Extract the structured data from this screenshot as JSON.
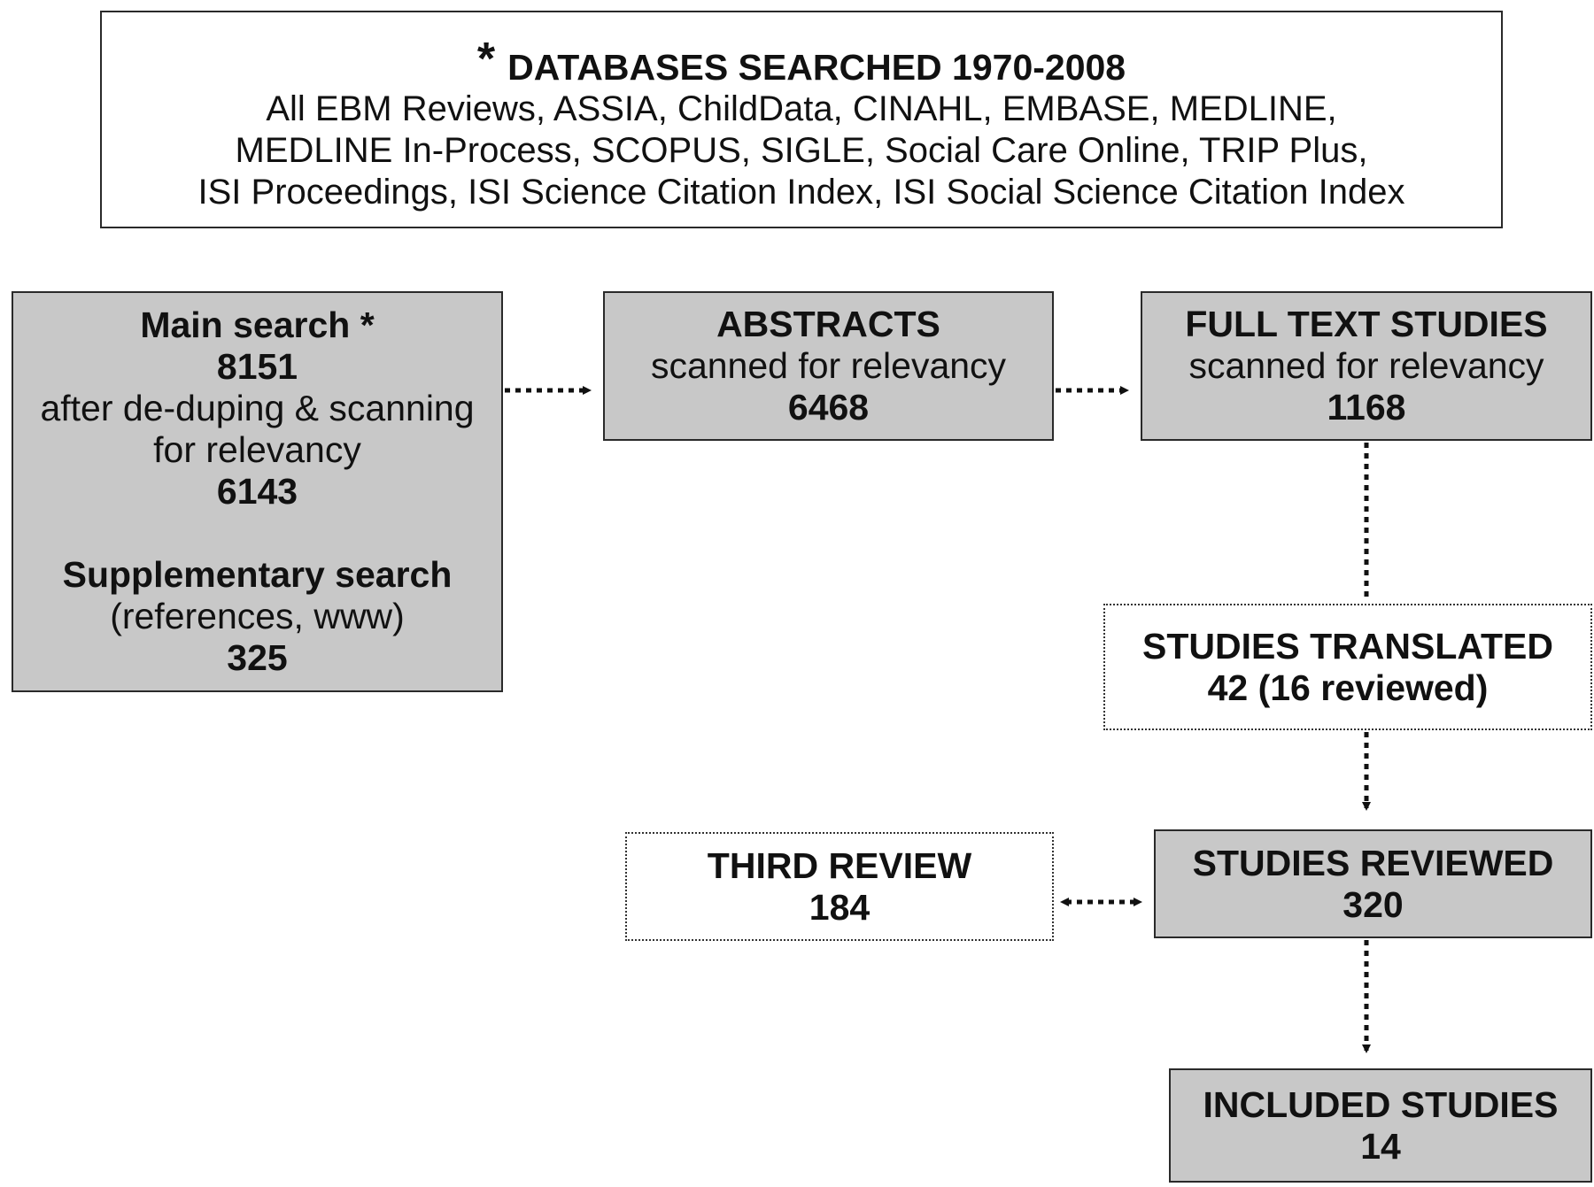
{
  "databases": {
    "asterisk": "*",
    "title": "DATABASES SEARCHED 1970-2008",
    "line1": "All EBM Reviews, ASSIA, ChildData, CINAHL, EMBASE, MEDLINE,",
    "line2": "MEDLINE In-Process, SCOPUS, SIGLE, Social Care Online, TRIP Plus,",
    "line3": "ISI Proceedings, ISI Science Citation Index, ISI Social Science Citation Index"
  },
  "main_search": {
    "title": "Main search *",
    "count": "8151",
    "desc_line1": "after de-duping & scanning",
    "desc_line2": "for relevancy",
    "count2": "6143",
    "supp_title": "Supplementary search",
    "supp_desc": "(references, www)",
    "supp_count": "325"
  },
  "abstracts": {
    "title": "ABSTRACTS",
    "desc": "scanned for relevancy",
    "count": "6468"
  },
  "full_text": {
    "title": "FULL TEXT STUDIES",
    "desc": "scanned for relevancy",
    "count": "1168"
  },
  "translated": {
    "title": "STUDIES TRANSLATED",
    "count": "42 (16 reviewed)"
  },
  "third_review": {
    "title": "THIRD REVIEW",
    "count": "184"
  },
  "reviewed": {
    "title": "STUDIES REVIEWED",
    "count": "320"
  },
  "included": {
    "title": "INCLUDED STUDIES",
    "count": "14"
  },
  "colors": {
    "box_fill": "#c8c8c8",
    "border": "#2a2a2a",
    "connector": "#111111"
  }
}
